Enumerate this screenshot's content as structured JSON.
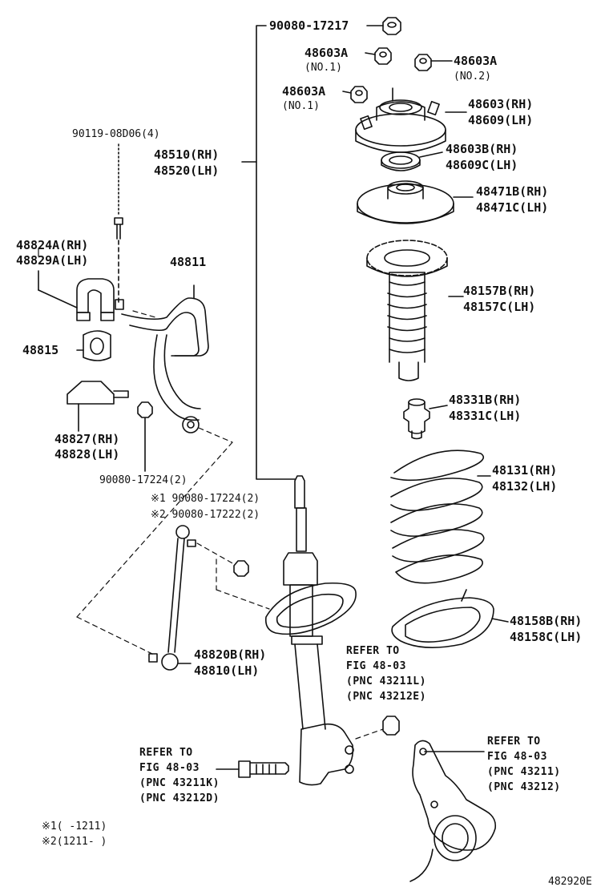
{
  "parts": {
    "p9008017217": "90080-17217",
    "p48603a_a": "48603A",
    "p48603a_a_sub": "(NO.1)",
    "p48603a_b": "48603A",
    "p48603a_b_sub": "(NO.2)",
    "p48603a_c": "48603A",
    "p48603a_c_sub": "(NO.1)",
    "p48603": "48603(RH)",
    "p48609": "48609(LH)",
    "p9011908d06": "90119-08D06(4)",
    "p48510": "48510(RH)",
    "p48520": "48520(LH)",
    "p48603b": "48603B(RH)",
    "p48609c": "48609C(LH)",
    "p48471b": "48471B(RH)",
    "p48471c": "48471C(LH)",
    "p48824a": "48824A(RH)",
    "p48829a": "48829A(LH)",
    "p48811": "48811",
    "p48157b": "48157B(RH)",
    "p48157c": "48157C(LH)",
    "p48815": "48815",
    "p48331b": "48331B(RH)",
    "p48331c": "48331C(LH)",
    "p48827": "48827(RH)",
    "p48828": "48828(LH)",
    "p48131": "48131(RH)",
    "p48132": "48132(LH)",
    "p9008017224_2": "90080-17224(2)",
    "p9008017224_m1": "※1 90080-17224(2)",
    "p9008017222_m2": "※2 90080-17222(2)",
    "p48158b": "48158B(RH)",
    "p48158c": "48158C(LH)",
    "p48820b": "48820B(RH)",
    "p48810": "48810(LH)"
  },
  "refs": {
    "ref1": [
      "REFER TO",
      "FIG 48-03",
      "(PNC 43211L)",
      "(PNC 43212E)"
    ],
    "ref2": [
      "REFER TO",
      "FIG 48-03",
      "(PNC 43211K)",
      "(PNC 43212D)"
    ],
    "ref3": [
      "REFER TO",
      "FIG 48-03",
      "(PNC 43211)",
      "(PNC 43212)"
    ]
  },
  "notes": {
    "n1": "※1(    -1211)",
    "n2": "※2(1211-    )"
  },
  "figure_id": "482920E"
}
